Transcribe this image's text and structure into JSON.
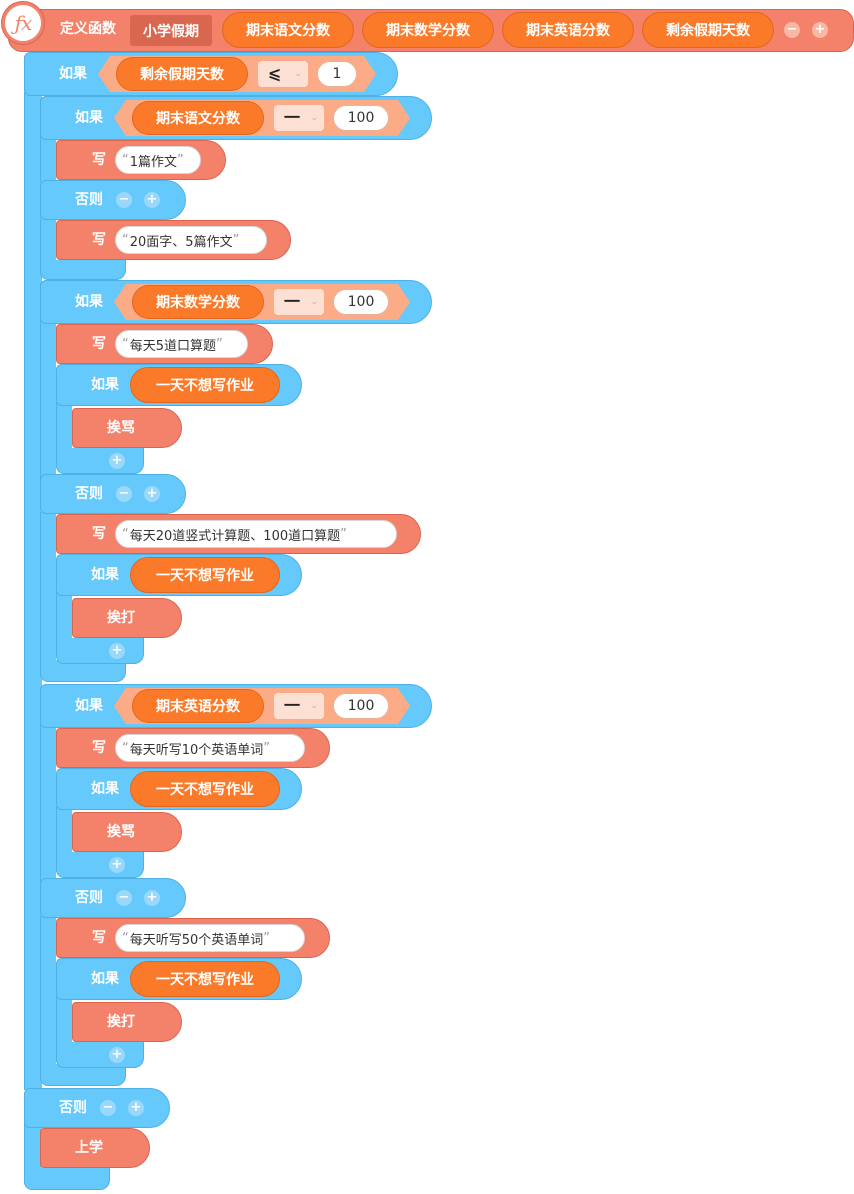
{
  "function_def": {
    "icon": "fx-icon",
    "define_label": "定义函数",
    "name": "小学假期",
    "params": [
      "期末语文分数",
      "期末数学分数",
      "期末英语分数",
      "剩余假期天数"
    ],
    "minus": "−",
    "plus": "+"
  },
  "keywords": {
    "if": "如果",
    "else": "否则",
    "write": "写",
    "plus": "+",
    "minus": "−",
    "open_quote": "“",
    "close_quote": "”"
  },
  "condition_outer": {
    "var": "剩余假期天数",
    "op": "⩽",
    "value": "1"
  },
  "chinese": {
    "var": "期末语文分数",
    "op": "一",
    "value": "100",
    "write_then": "1篇作文",
    "write_else": "20面字、5篇作文"
  },
  "math": {
    "var": "期末数学分数",
    "op": "一",
    "value": "100",
    "write_then": "每天5道口算题",
    "inner_then": {
      "cond": "一天不想写作业",
      "action": "挨骂"
    },
    "write_else": "每天20道竖式计算题、100道口算题",
    "inner_else": {
      "cond": "一天不想写作业",
      "action": "挨打"
    }
  },
  "english": {
    "var": "期末英语分数",
    "op": "一",
    "value": "100",
    "write_then": "每天听写10个英语单词",
    "inner_then": {
      "cond": "一天不想写作业",
      "action": "挨骂"
    },
    "write_else": "每天听写50个英语单词",
    "inner_else": {
      "cond": "一天不想写作业",
      "action": "挨打"
    }
  },
  "outer_else_action": "上学",
  "colors": {
    "control": "#66c9fb",
    "statement": "#f4826a",
    "reporter": "#fa7a2a",
    "boolean_holder": "#fbab86"
  }
}
